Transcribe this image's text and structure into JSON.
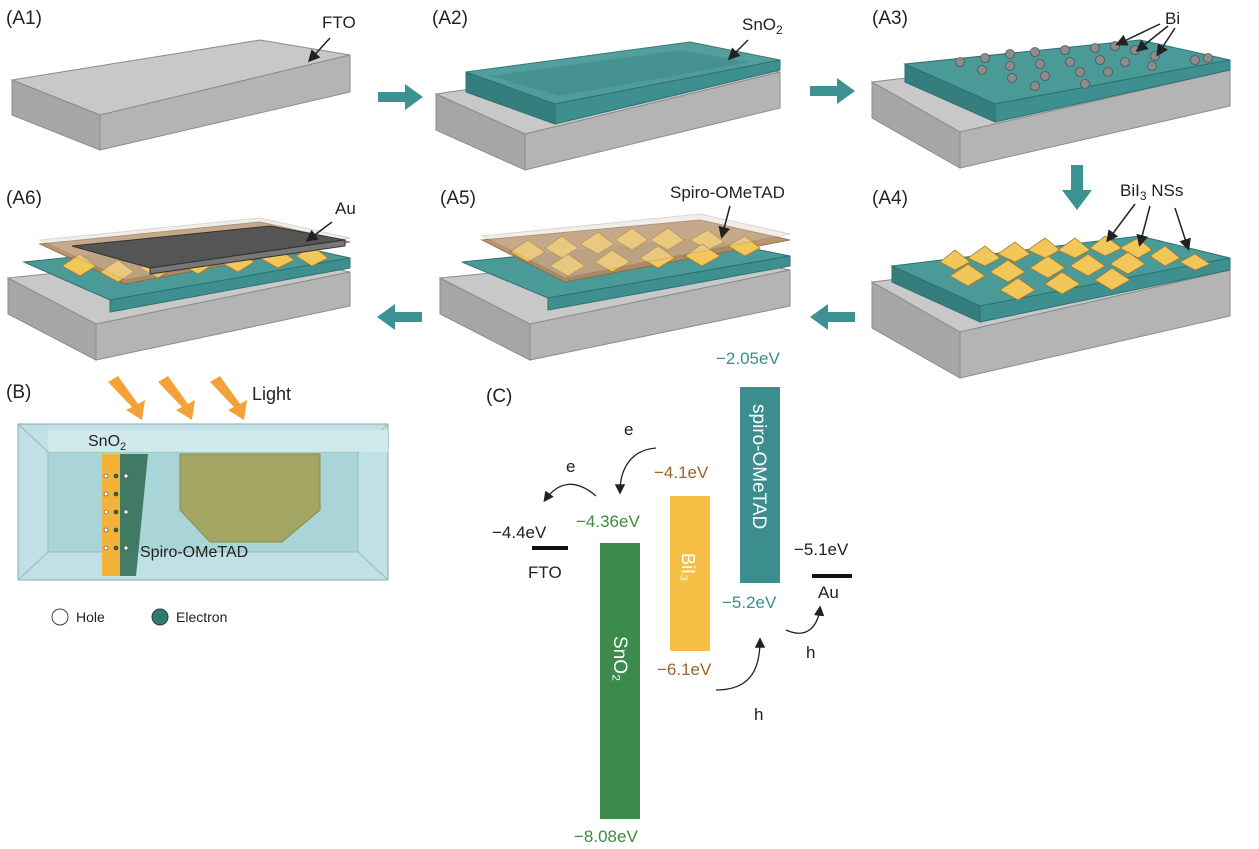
{
  "colors": {
    "glass_top": "#c9c9c9",
    "glass_side": "#a8a8a8",
    "glass_front": "#b9b9b9",
    "sno2": "#3e8f8f",
    "sno2_dark": "#2f7272",
    "bi_particle": "#8c8c8c",
    "bii3": "#f2c75a",
    "bii3_dark": "#c8952a",
    "spiro_layer": "#b58a5c",
    "au": "#5a5a5a",
    "arrow": "#3a9292",
    "light": "#f3a23a",
    "sno2_band": "#3c8a4c",
    "bii3_band": "#f6bf45",
    "spiro_band": "#3c8e8e",
    "green_text": "#3e8a3c",
    "brown_text": "#9a6430",
    "teal_text": "#3a8e8e"
  },
  "panelA": {
    "steps": [
      {
        "label": "(A1)",
        "annotations": [
          "FTO"
        ]
      },
      {
        "label": "(A2)",
        "annotations": [
          "SnO",
          "2"
        ]
      },
      {
        "label": "(A3)",
        "annotations": [
          "Bi"
        ]
      },
      {
        "label": "(A4)",
        "annotations": [
          "BiI",
          "3",
          " NSs"
        ]
      },
      {
        "label": "(A5)",
        "annotations": [
          "Spiro-OMeTAD"
        ]
      },
      {
        "label": "(A6)",
        "annotations": [
          "Au"
        ]
      }
    ]
  },
  "panelB": {
    "label": "(B)",
    "light_label": "Light",
    "sno2_label": "SnO",
    "sno2_sub": "2",
    "spiro_label": "Spiro-OMeTAD",
    "legend": [
      {
        "label": "Hole",
        "color": "#ffffff"
      },
      {
        "label": "Electron",
        "color": "#2f7a6a"
      }
    ]
  },
  "panelC": {
    "label": "(C)",
    "fto": {
      "name": "FTO",
      "level": "−4.4eV"
    },
    "sno2": {
      "name": "SnO₂",
      "top": "−4.36eV",
      "bottom": "−8.08eV"
    },
    "bii3": {
      "name": "BiI₃",
      "top": "−4.1eV",
      "bottom": "−6.1eV"
    },
    "spiro": {
      "name": "spiro-OMeTAD",
      "top": "−2.05eV",
      "bottom": "−5.2eV"
    },
    "au": {
      "name": "Au",
      "level": "−5.1eV"
    },
    "carriers": {
      "electron": "e",
      "hole": "h"
    }
  }
}
